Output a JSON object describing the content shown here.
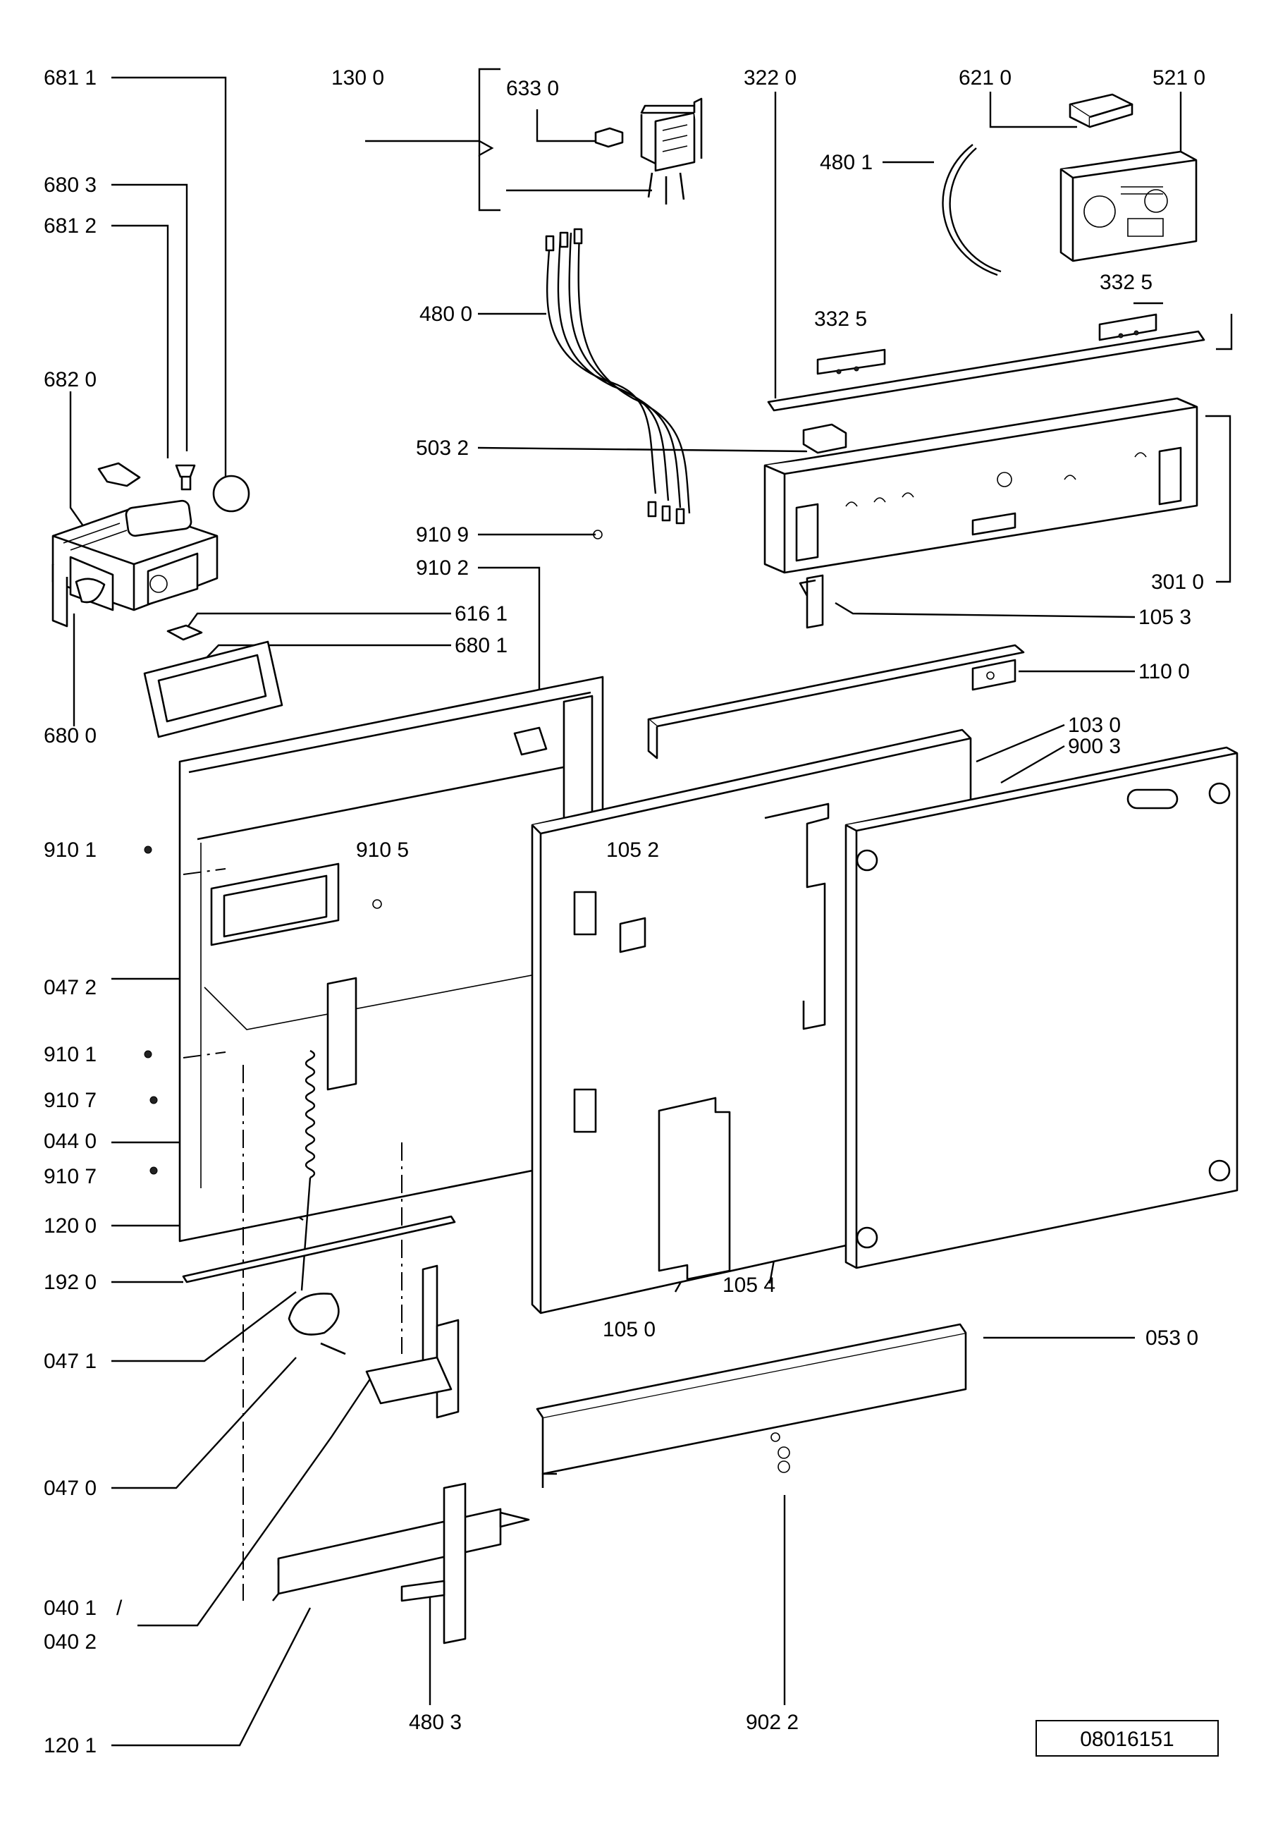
{
  "diagram": {
    "labels": [
      {
        "id": "681-1",
        "text": "681 1"
      },
      {
        "id": "680-3",
        "text": "680 3"
      },
      {
        "id": "681-2",
        "text": "681 2"
      },
      {
        "id": "682-0",
        "text": "682 0"
      },
      {
        "id": "616-1",
        "text": "616 1"
      },
      {
        "id": "680-1",
        "text": "680 1"
      },
      {
        "id": "680-0",
        "text": "680 0"
      },
      {
        "id": "130-0",
        "text": "130 0"
      },
      {
        "id": "633-0",
        "text": "633 0"
      },
      {
        "id": "322-0",
        "text": "322 0"
      },
      {
        "id": "621-0",
        "text": "621 0"
      },
      {
        "id": "521-0",
        "text": "521 0"
      },
      {
        "id": "480-1",
        "text": "480 1"
      },
      {
        "id": "480-0",
        "text": "480 0"
      },
      {
        "id": "332-5a",
        "text": "332 5"
      },
      {
        "id": "332-5b",
        "text": "332 5"
      },
      {
        "id": "503-2",
        "text": "503 2"
      },
      {
        "id": "910-9",
        "text": "910 9"
      },
      {
        "id": "910-2",
        "text": "910 2"
      },
      {
        "id": "301-0",
        "text": "301 0"
      },
      {
        "id": "105-3",
        "text": "105 3"
      },
      {
        "id": "110-0",
        "text": "110 0"
      },
      {
        "id": "103-0",
        "text": "103 0"
      },
      {
        "id": "900-3",
        "text": "900 3"
      },
      {
        "id": "910-1a",
        "text": "910 1"
      },
      {
        "id": "910-5",
        "text": "910 5"
      },
      {
        "id": "105-2",
        "text": "105 2"
      },
      {
        "id": "047-2",
        "text": "047 2"
      },
      {
        "id": "910-1b",
        "text": "910 1"
      },
      {
        "id": "910-7a",
        "text": "910 7"
      },
      {
        "id": "044-0",
        "text": "044 0"
      },
      {
        "id": "910-7b",
        "text": "910 7"
      },
      {
        "id": "120-0",
        "text": "120 0"
      },
      {
        "id": "192-0",
        "text": "192 0"
      },
      {
        "id": "047-1",
        "text": "047 1"
      },
      {
        "id": "105-0",
        "text": "105 0"
      },
      {
        "id": "105-4",
        "text": "105 4"
      },
      {
        "id": "053-0",
        "text": "053 0"
      },
      {
        "id": "047-0",
        "text": "047 0"
      },
      {
        "id": "040-1",
        "text": "040 1"
      },
      {
        "id": "040-2",
        "text": "040 2"
      },
      {
        "id": "480-3",
        "text": "480 3"
      },
      {
        "id": "902-2",
        "text": "902 2"
      },
      {
        "id": "120-1",
        "text": "120 1"
      }
    ],
    "slash": "/",
    "drawing_number": "08016151"
  }
}
